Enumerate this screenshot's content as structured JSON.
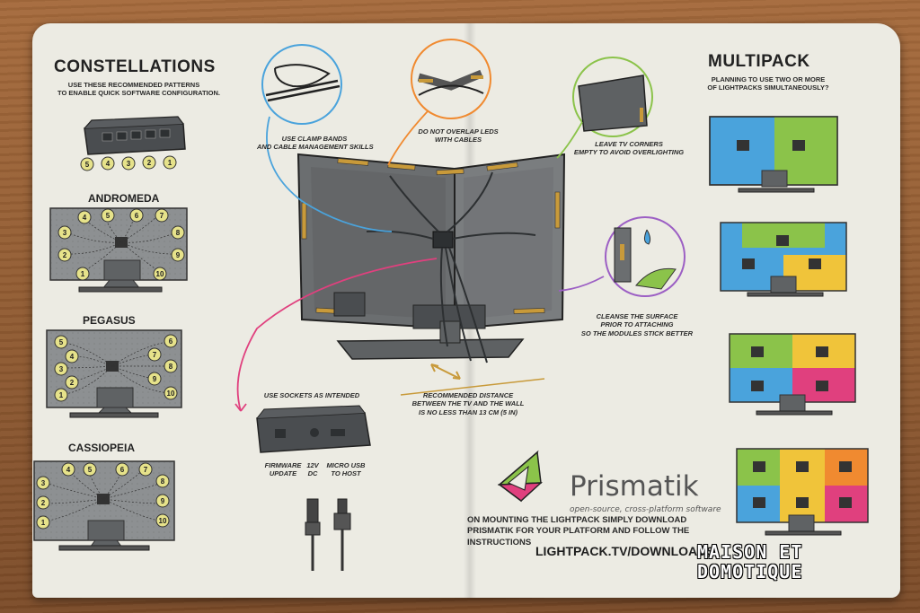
{
  "leaflet": {
    "constellations": {
      "title": "CONSTELLATIONS",
      "subtitle_line1": "USE THESE RECOMMENDED PATTERNS",
      "subtitle_line2": "TO ENABLE QUICK SOFTWARE CONFIGURATION.",
      "port_numbers": [
        "5",
        "4",
        "3",
        "2",
        "1"
      ],
      "andromeda": "ANDROMEDA",
      "pegasus": "PEGASUS",
      "cassiopeia": "CASSIOPEIA",
      "andromeda_numbers": [
        "4",
        "5",
        "6",
        "7",
        "3",
        "8",
        "2",
        "9",
        "1",
        "10"
      ],
      "pegasus_numbers": [
        "5",
        "4",
        "3",
        "2",
        "1",
        "6",
        "7",
        "8",
        "9",
        "10"
      ],
      "cassiopeia_numbers": [
        "4",
        "5",
        "6",
        "7",
        "3",
        "8",
        "2",
        "9",
        "1",
        "10"
      ]
    },
    "tips": {
      "clamp_line1": "USE CLAMP BANDS",
      "clamp_line2": "AND CABLE MANAGEMENT SKILLS",
      "overlap_line1": "DO NOT OVERLAP LEDS",
      "overlap_line2": "WITH CABLES",
      "corners_line1": "LEAVE TV CORNERS",
      "corners_line2": "EMPTY TO AVOID OVERLIGHTING",
      "cleanse_line1": "CLEANSE THE SURFACE",
      "cleanse_line2": "PRIOR TO ATTACHING",
      "cleanse_line3": "SO THE MODULES STICK BETTER",
      "distance_line1": "RECOMMENDED DISTANCE",
      "distance_line2": "BETWEEN THE TV AND THE WALL",
      "distance_line3": "IS NO LESS THAN 13 CM (5 IN)",
      "sockets": "USE SOCKETS AS INTENDED"
    },
    "sockets": {
      "firmware_line1": "FIRMWARE",
      "firmware_line2": "UPDATE",
      "dc_line1": "12V",
      "dc_line2": "DC",
      "usb_line1": "MICRO USB",
      "usb_line2": "TO HOST"
    },
    "prismatik": {
      "name": "Prismatik",
      "tagline": "open-source, cross-platform software",
      "instr_line1": "ON MOUNTING THE LIGHTPACK SIMPLY DOWNLOAD",
      "instr_line2": "PRISMATIK FOR YOUR PLATFORM AND FOLLOW THE",
      "instr_line3": "INSTRUCTIONS",
      "url": "LIGHTPACK.TV/DOWNLOADS"
    },
    "multipack": {
      "title": "MULTIPACK",
      "subtitle_line1": "PLANNING TO USE TWO OR MORE",
      "subtitle_line2": "OF LIGHTPACKS SIMULTANEOUSLY?"
    },
    "colors": {
      "paper": "#ecebe3",
      "tv_gray": "#6b6e70",
      "led_amber": "#c89a3a",
      "badge_yellow": "#e6e28a",
      "blue": "#4aa3dc",
      "green": "#8bc34a",
      "yellow": "#f0c43a",
      "pink": "#e0407e",
      "orange": "#f08a30"
    }
  },
  "watermark": {
    "line1": "MAISON ET",
    "line2": "DOMOTIQUE"
  }
}
